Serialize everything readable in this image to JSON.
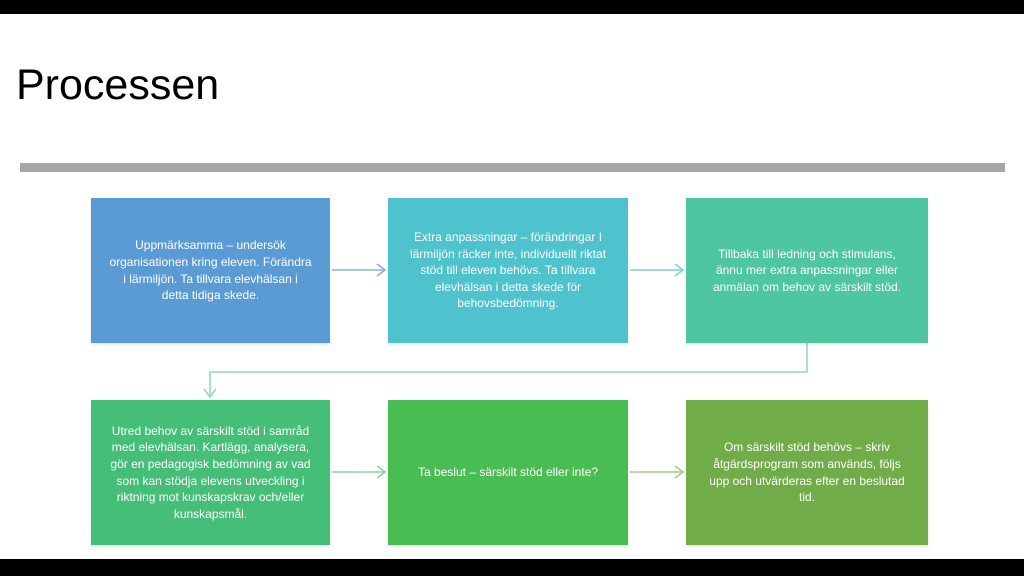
{
  "slide": {
    "title": "Processen"
  },
  "colors": {
    "slide_background": "#ffffff",
    "letterbox": "#000000",
    "divider": "#a6a6a6",
    "box_text": "#ffffff"
  },
  "flowchart": {
    "boxes": [
      {
        "id": 1,
        "text": "Uppmärksamma – undersök organisationen kring eleven. Förändra i lärmiljön. Ta tillvara elevhälsan i detta tidiga skede.",
        "color": "#5b9bd5"
      },
      {
        "id": 2,
        "text": "Extra anpassningar – förändringar I lärmiljön räcker inte, individuellt riktat stöd till eleven behövs. Ta tillvara elevhälsan i detta skede för behovsbedömning.",
        "color": "#4fc3cd"
      },
      {
        "id": 3,
        "text": "Tillbaka till ledning och stimulans, ännu mer extra anpassningar eller anmälan om behov av särskilt stöd.",
        "color": "#4dc6a1"
      },
      {
        "id": 4,
        "text": "Utred behov av särskilt stöd i samråd med elevhälsan. Kartlägg, analysera, gör en pedagogisk bedömning av vad som kan stödja elevens utveckling i riktning mot kunskapskrav och/eller kunskapsmål.",
        "color": "#45be78"
      },
      {
        "id": 5,
        "text": "Ta beslut – särskilt stöd eller inte?",
        "color": "#4abd52"
      },
      {
        "id": 6,
        "text": "Om särskilt stöd behövs – skriv åtgärdsprogram som används, följs upp och utvärderas efter en beslutad tid.",
        "color": "#70ad49"
      }
    ],
    "connectors": [
      {
        "from": 1,
        "to": 2,
        "shape": "straight-right",
        "color": "#8aafdf"
      },
      {
        "from": 2,
        "to": 3,
        "shape": "straight-right",
        "color": "#7ed1da"
      },
      {
        "from": 3,
        "to": 4,
        "shape": "elbow-down-left-down",
        "color": "#94d8c0"
      },
      {
        "from": 4,
        "to": 5,
        "shape": "straight-right",
        "color": "#8bd6a4"
      },
      {
        "from": 5,
        "to": 6,
        "shape": "straight-right",
        "color": "#a4cd82"
      }
    ]
  }
}
